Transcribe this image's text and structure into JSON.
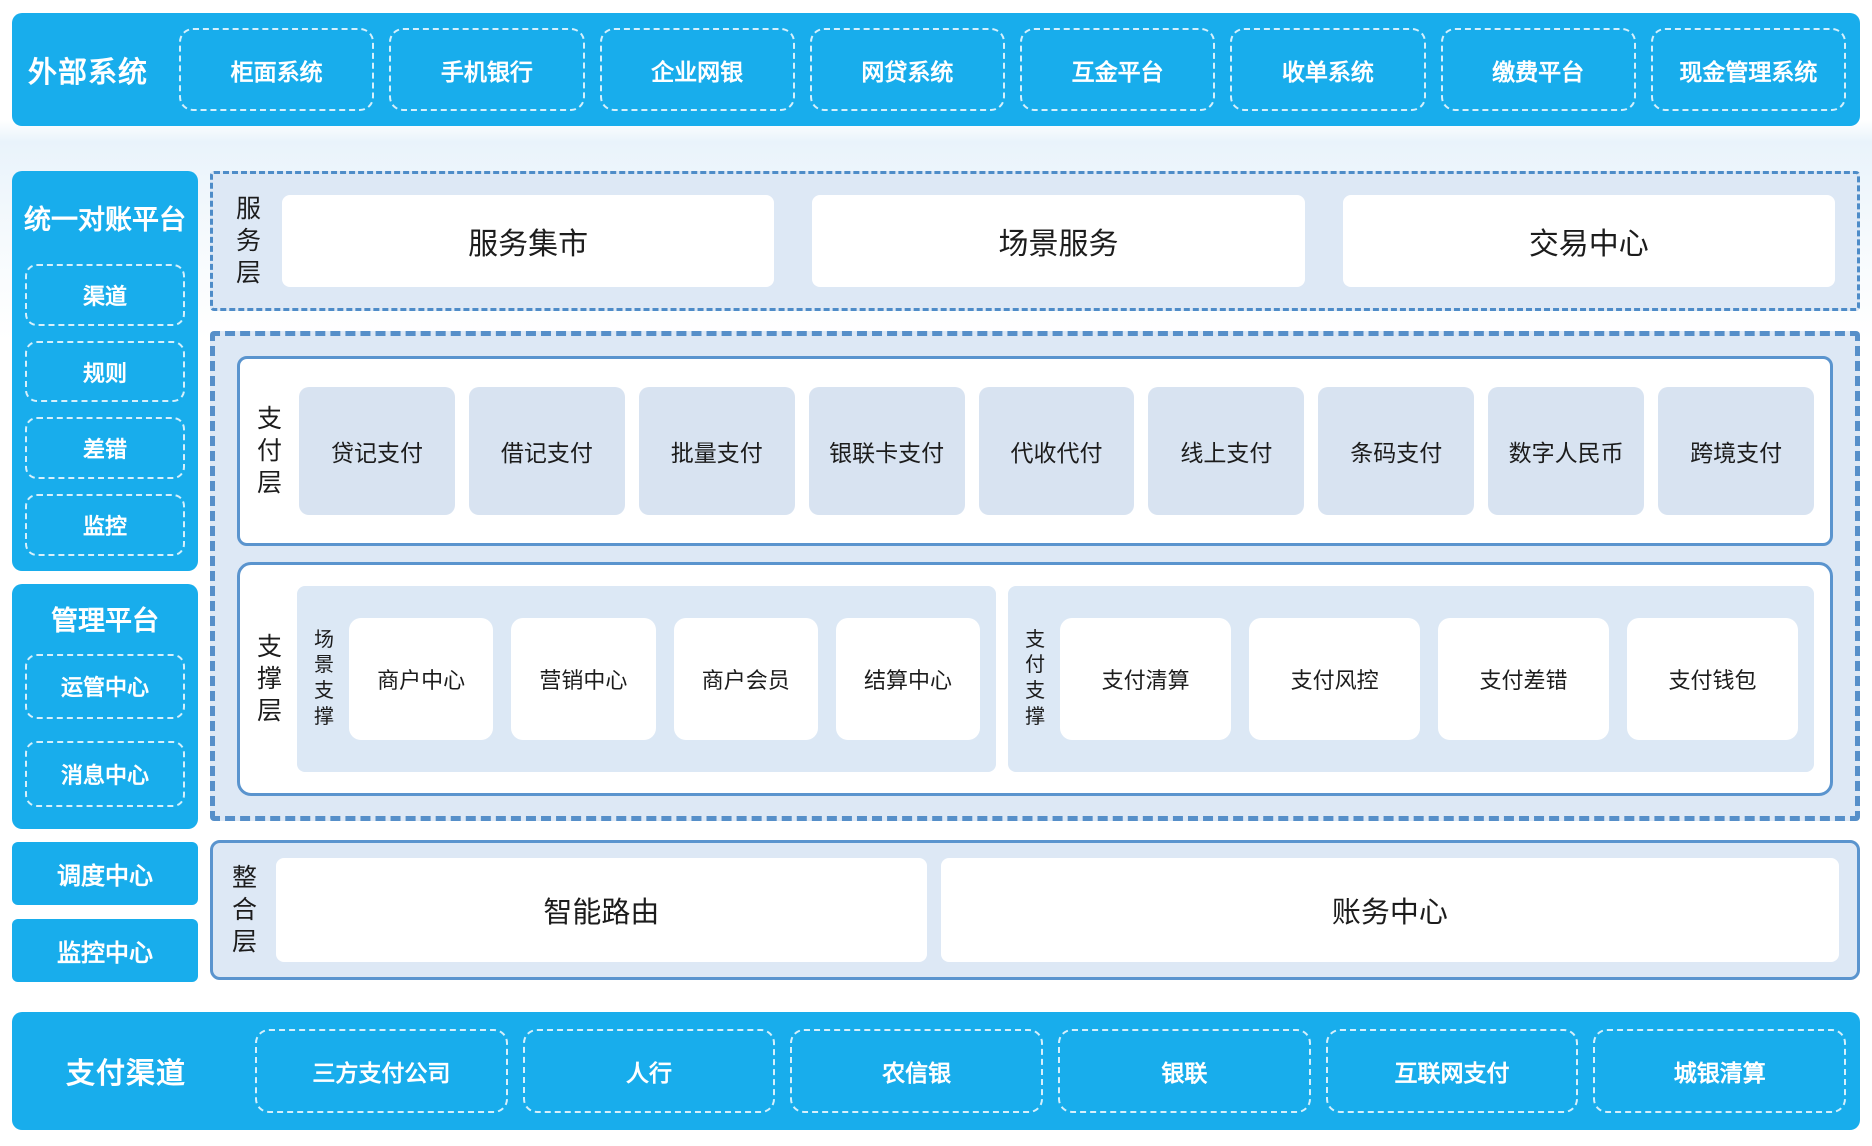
{
  "external_systems": {
    "label": "外部系统",
    "items": [
      "柜面系统",
      "手机银行",
      "企业网银",
      "网贷系统",
      "互金平台",
      "收单系统",
      "缴费平台",
      "现金管理系统"
    ]
  },
  "left_column": {
    "reconciliation": {
      "title": "统一对账平台",
      "items": [
        "渠道",
        "规则",
        "差错",
        "监控"
      ]
    },
    "management": {
      "title": "管理平台",
      "items": [
        "运管中心",
        "消息中心"
      ]
    },
    "standalone": [
      "调度中心",
      "监控中心"
    ]
  },
  "service_layer": {
    "label": "服务层",
    "items": [
      "服务集市",
      "场景服务",
      "交易中心"
    ]
  },
  "payment_layer": {
    "label": "支付层",
    "items": [
      "贷记支付",
      "借记支付",
      "批量支付",
      "银联卡支付",
      "代收代付",
      "线上支付",
      "条码支付",
      "数字人民币",
      "跨境支付"
    ]
  },
  "support_layer": {
    "label": "支撑层",
    "groups": [
      {
        "label": "场景支撑",
        "items": [
          "商户中心",
          "营销中心",
          "商户会员",
          "结算中心"
        ]
      },
      {
        "label": "支付支撑",
        "items": [
          "支付清算",
          "支付风控",
          "支付差错",
          "支付钱包"
        ]
      }
    ]
  },
  "integration_layer": {
    "label": "整合层",
    "items": [
      "智能路由",
      "账务中心"
    ]
  },
  "payment_channels": {
    "label": "支付渠道",
    "items": [
      "三方支付公司",
      "人行",
      "农信银",
      "银联",
      "互联网支付",
      "城银清算"
    ]
  },
  "colors": {
    "accent_blue": "#18ADEC",
    "layer_background": "#DDE8F5",
    "item_background": "#D8E3F1",
    "border_blue": "#5A94CE",
    "dash_border_blue": "#4E8CC8",
    "text_dark": "#1C1C1C",
    "text_white": "#FFFFFF"
  }
}
